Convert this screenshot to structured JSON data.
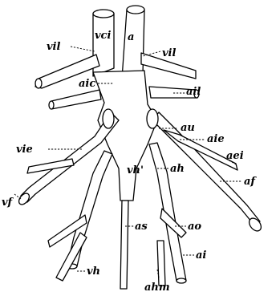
{
  "labels": {
    "vci": "vci",
    "a": "a",
    "vil_left": "vil",
    "vil_right": "vil",
    "aic": "aic",
    "ail": "ail",
    "au": "au",
    "aie": "aie",
    "aei": "aei",
    "vie": "vie",
    "vh_prime": "vh'",
    "ah": "ah",
    "af": "af",
    "vf": "vf",
    "ao": "ao",
    "as": "as",
    "ai": "ai",
    "vh": "vh",
    "ahm": "ahm"
  }
}
